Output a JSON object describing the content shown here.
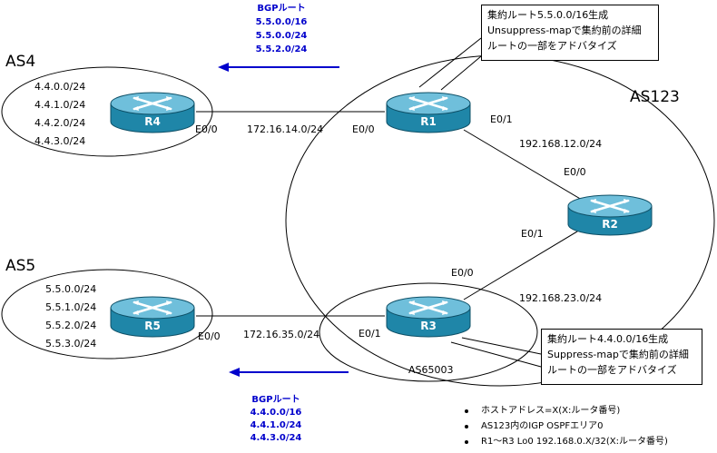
{
  "as_labels": {
    "as4": "AS4",
    "as5": "AS5",
    "as123": "AS123",
    "as65003": "AS65003"
  },
  "routers": {
    "r1": "R1",
    "r2": "R2",
    "r3": "R3",
    "r4": "R4",
    "r5": "R5"
  },
  "as4_prefixes": [
    "4.4.0.0/24",
    "4.4.1.0/24",
    "4.4.2.0/24",
    "4.4.3.0/24"
  ],
  "as5_prefixes": [
    "5.5.0.0/24",
    "5.5.1.0/24",
    "5.5.2.0/24",
    "5.5.3.0/24"
  ],
  "links": {
    "r1_r4_subnet": "172.16.14.0/24",
    "r3_r5_subnet": "172.16.35.0/24",
    "r1_r2_subnet": "192.168.12.0/24",
    "r2_r3_subnet": "192.168.23.0/24"
  },
  "interfaces": {
    "r4_e00": "E0/0",
    "r1_e00": "E0/0",
    "r1_e01": "E0/1",
    "r2_e00": "E0/0",
    "r2_e01": "E0/1",
    "r3_e00": "E0/0",
    "r3_e01": "E0/1",
    "r5_e00": "E0/0"
  },
  "bgp_top": {
    "title": "BGPルート",
    "routes": [
      "5.5.0.0/16",
      "5.5.0.0/24",
      "5.5.2.0/24"
    ]
  },
  "bgp_bottom": {
    "title": "BGPルート",
    "routes": [
      "4.4.0.0/16",
      "4.4.1.0/24",
      "4.4.3.0/24"
    ]
  },
  "callout_r1": {
    "line1": "集約ルート5.5.0.0/16生成",
    "line2": "Unsuppress-mapで集約前の詳細",
    "line3": "ルートの一部をアドバタイズ"
  },
  "callout_r3": {
    "line1": "集約ルート4.4.0.0/16生成",
    "line2": "Suppress-mapで集約前の詳細",
    "line3": "ルートの一部をアドバタイズ"
  },
  "notes": [
    "ホストアドレス=X(X:ルータ番号)",
    "AS123内のIGP OSPFエリア0",
    "R1～R3 Lo0 192.168.0.X/32(X:ルータ番号)"
  ],
  "colors": {
    "router_body": "#1f86a8",
    "router_top": "#6fbfdb",
    "arrow": "#0000cc",
    "ink": "#000000"
  },
  "icons": {
    "router": "router-icon",
    "arrow": "arrow-left-icon"
  }
}
